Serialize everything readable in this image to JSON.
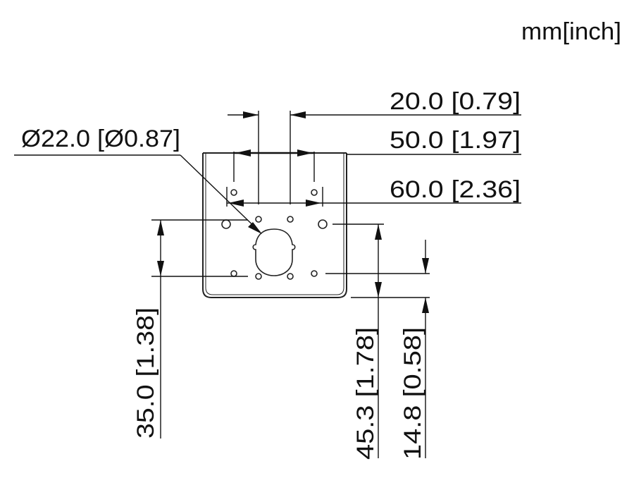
{
  "units_label": "mm[inch]",
  "dimensions": {
    "hole_diameter": "Ø22.0 [Ø0.87]",
    "spacing_20": "20.0 [0.79]",
    "spacing_50": "50.0 [1.97]",
    "spacing_60": "60.0 [2.36]",
    "height_35": "35.0 [1.38]",
    "height_45": "45.3 [1.78]",
    "height_14": "14.8 [0.58]"
  }
}
